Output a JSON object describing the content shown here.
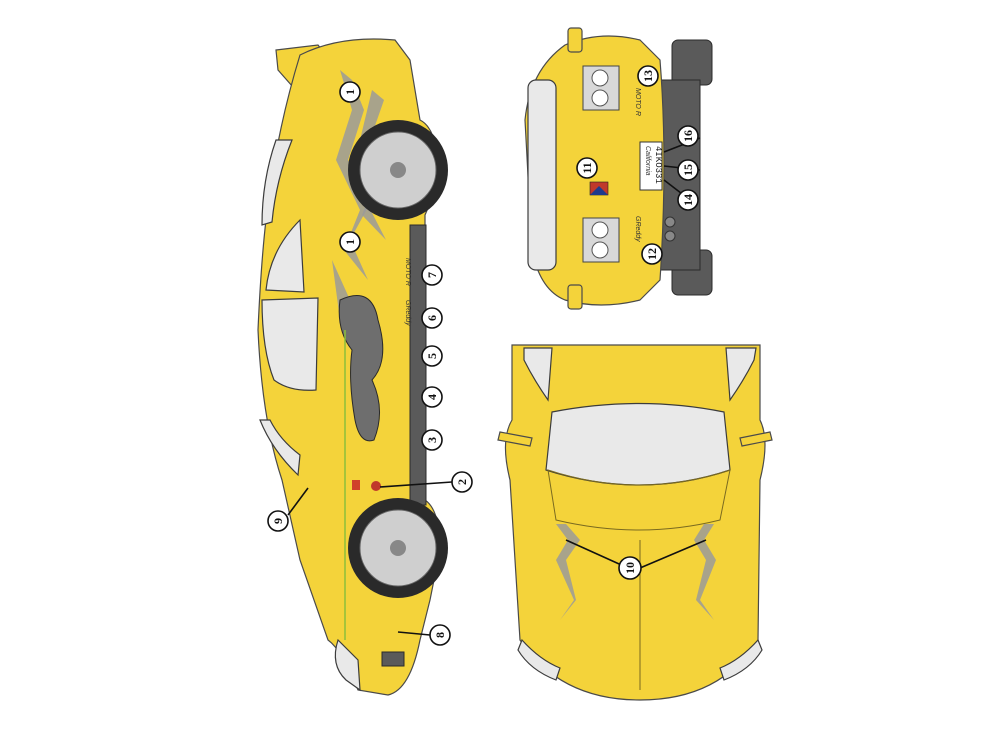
{
  "callouts": {
    "c1a": "1",
    "c1b": "1",
    "c2": "2",
    "c3": "3",
    "c4": "4",
    "c5": "5",
    "c6": "6",
    "c7": "7",
    "c8": "8",
    "c9": "9",
    "c10": "10",
    "c11": "11",
    "c12": "12",
    "c13": "13",
    "c14": "14",
    "c15": "15",
    "c16": "16"
  },
  "decals": {
    "moto_r": "MOTO R",
    "greddy": "GReddy",
    "plate_number": "4IKO331",
    "plate_state": "California"
  },
  "colors": {
    "body": "#f4d33a",
    "glass": "#e9e9e9",
    "trim": "#5a5a5a",
    "stripe": "#9a9a9a"
  }
}
